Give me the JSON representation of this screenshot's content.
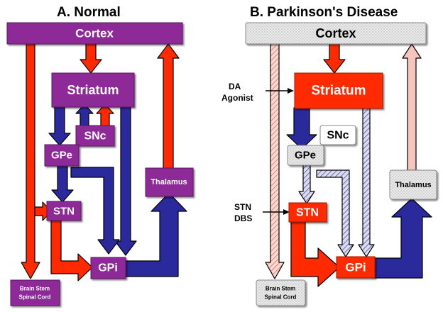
{
  "panels": {
    "normal": {
      "title": "A. Normal",
      "nodes": {
        "cortex": "Cortex",
        "striatum": "Striatum",
        "snc": "SNc",
        "gpe": "GPe",
        "stn": "STN",
        "gpi": "GPi",
        "thalamus": "Thalamus",
        "brainstem_line1": "Brain Stem",
        "brainstem_line2": "Spinal Cord"
      }
    },
    "pd": {
      "title": "B. Parkinson's Disease",
      "nodes": {
        "cortex": "Cortex",
        "striatum": "Striatum",
        "snc": "SNc",
        "gpe": "GPe",
        "stn": "STN",
        "gpi": "GPi",
        "thalamus": "Thalamus",
        "brainstem_line1": "Brain Stem",
        "brainstem_line2": "Spinal Cord"
      },
      "annotations": {
        "da_line1": "DA",
        "da_line2": "Agonist",
        "stn_line1": "STN",
        "stn_line2": "DBS"
      }
    }
  },
  "colors": {
    "normal_node": "#8e2a98",
    "excitatory": "#ff2a00",
    "inhibitory": "#2a2a9c",
    "pd_highlight": "#ff2a00",
    "pd_gray": "#e6e6e6",
    "pd_faint_red": "#f6c6bc",
    "pd_faint_blue": "#c8c8e0"
  }
}
